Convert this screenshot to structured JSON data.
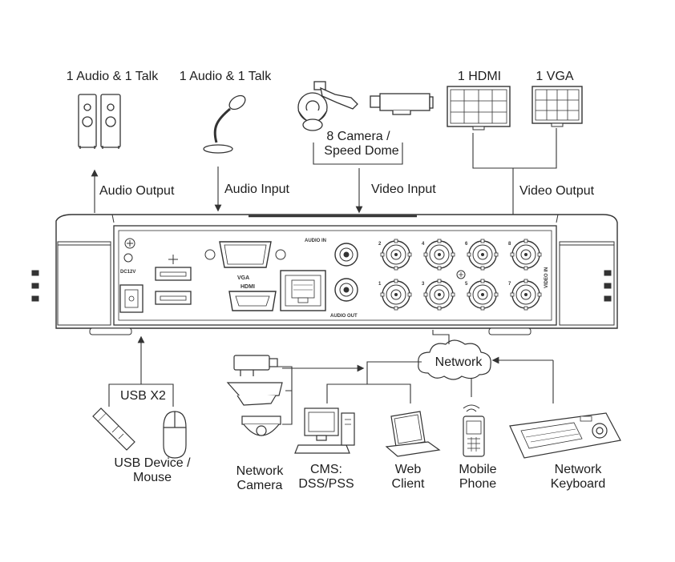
{
  "top_labels": {
    "speaker_caption": "1 Audio  & 1 Talk",
    "mic_caption": "1 Audio & 1 Talk",
    "camera_caption_1": "8 Camera /",
    "camera_caption_2": "Speed Dome",
    "hdmi_caption": "1 HDMI",
    "vga_caption": "1 VGA"
  },
  "arrows": {
    "audio_output": "Audio  Output",
    "audio_input": "Audio  Input",
    "video_input": "Video Input",
    "video_output": "Video Output"
  },
  "panel": {
    "vga_port": "VGA",
    "hdmi_port": "HDMI",
    "audio_in": "AUDIO IN",
    "audio_out": "AUDIO OUT",
    "video_in": "VIDEO IN",
    "power": "DC12V",
    "bnc_top": [
      "2",
      "4",
      "6",
      "8"
    ],
    "bnc_bottom": [
      "1",
      "3",
      "5",
      "7"
    ]
  },
  "bottom": {
    "usb_caption": "USB X2",
    "usb_device_1": "USB Device /",
    "usb_device_2": "Mouse",
    "network_cloud": "Network",
    "network_camera_1": "Network",
    "network_camera_2": "Camera",
    "cms_1": "CMS:",
    "cms_2": "DSS/PSS",
    "web_1": "Web",
    "web_2": "Client",
    "mobile_1": "Mobile",
    "mobile_2": "Phone",
    "keyboard_1": "Network",
    "keyboard_2": "Keyboard"
  }
}
